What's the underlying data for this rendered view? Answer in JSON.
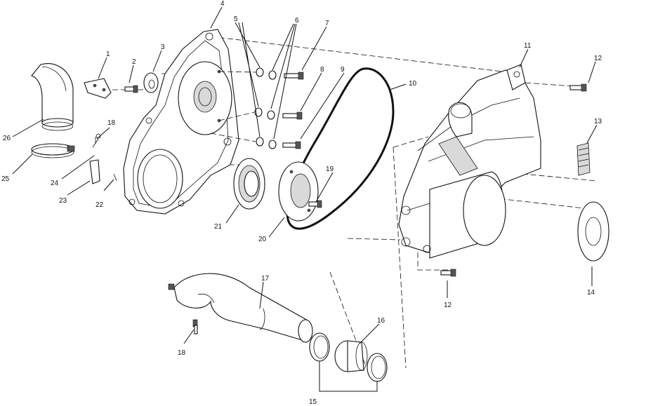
{
  "callouts": [
    {
      "id": "c1",
      "text": "1"
    },
    {
      "id": "c2",
      "text": "2"
    },
    {
      "id": "c3",
      "text": "3"
    },
    {
      "id": "c4",
      "text": "4"
    },
    {
      "id": "c5",
      "text": "5"
    },
    {
      "id": "c6",
      "text": "6"
    },
    {
      "id": "c7",
      "text": "7"
    },
    {
      "id": "c8",
      "text": "8"
    },
    {
      "id": "c9",
      "text": "9"
    },
    {
      "id": "c10",
      "text": "10"
    },
    {
      "id": "c11",
      "text": "11"
    },
    {
      "id": "c12a",
      "text": "12"
    },
    {
      "id": "c12b",
      "text": "12"
    },
    {
      "id": "c13",
      "text": "13"
    },
    {
      "id": "c14",
      "text": "14"
    },
    {
      "id": "c15",
      "text": "15"
    },
    {
      "id": "c16",
      "text": "16"
    },
    {
      "id": "c17",
      "text": "17"
    },
    {
      "id": "c18a",
      "text": "18"
    },
    {
      "id": "c18b",
      "text": "18"
    },
    {
      "id": "c19",
      "text": "19"
    },
    {
      "id": "c20",
      "text": "20"
    },
    {
      "id": "c21",
      "text": "21"
    },
    {
      "id": "c22",
      "text": "22"
    },
    {
      "id": "c23",
      "text": "23"
    },
    {
      "id": "c24",
      "text": "24"
    },
    {
      "id": "c25",
      "text": "25"
    },
    {
      "id": "c26",
      "text": "26"
    }
  ]
}
